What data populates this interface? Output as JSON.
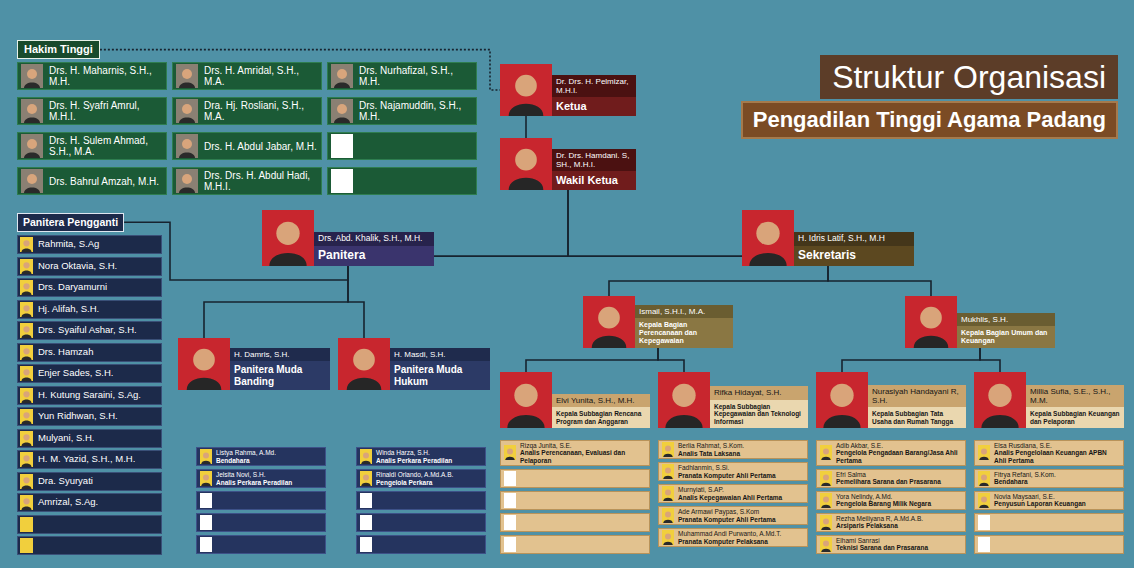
{
  "diagram": {
    "nodes": [
      {
        "text": [
          "Struktur Organisasi"
        ]
      },
      {
        "text": [
          "Pengadilan Tinggi Agama Padang"
        ]
      },
      {
        "text": [
          "Hakim Tinggi"
        ]
      },
      {
        "text": [
          "Drs. H. Maharnis, S.H., M.H."
        ]
      },
      {
        "text": [
          "Drs. H. Amridal, S.H., M.A."
        ]
      },
      {
        "text": [
          "Drs. Nurhafizal, S.H., M.H."
        ]
      },
      {
        "text": [
          "Drs. H. Syafri Amrul, M.H.I."
        ]
      },
      {
        "text": [
          "Dra. Hj. Rosliani, S.H., M.A."
        ]
      },
      {
        "text": [
          "Drs. Najamuddin, S.H., M.H."
        ]
      },
      {
        "text": [
          "Drs. H. Sulem Ahmad, S.H., M.A."
        ]
      },
      {
        "text": [
          "Drs. H. Abdul Jabar, M.H."
        ]
      },
      {
        "text": [
          "Drs. Bahrul Amzah, M.H."
        ]
      },
      {
        "text": [
          "Drs. Drs. H. Abdul Hadi, M.H.I."
        ]
      },
      {
        "text": [
          "Dr. Drs. H. Pelmizar, M.H.I.",
          "Ketua"
        ]
      },
      {
        "text": [
          "Dr. Drs. Hamdani. S, SH., M.H.I.",
          "Wakil Ketua"
        ]
      },
      {
        "text": [
          "Panitera Pengganti"
        ]
      },
      {
        "text": [
          "Rahmita, S.Ag"
        ]
      },
      {
        "text": [
          "Nora Oktavia, S.H."
        ]
      },
      {
        "text": [
          "Drs. Daryamurni"
        ]
      },
      {
        "text": [
          "Hj. Alifah, S.H."
        ]
      },
      {
        "text": [
          "Drs. Syaiful Ashar, S.H."
        ]
      },
      {
        "text": [
          "Drs. Hamzah"
        ]
      },
      {
        "text": [
          "Enjer Sades, S.H."
        ]
      },
      {
        "text": [
          "H. Kutung Saraini, S.Ag."
        ]
      },
      {
        "text": [
          "Yun Ridhwan, S.H."
        ]
      },
      {
        "text": [
          "Mulyani, S.H."
        ]
      },
      {
        "text": [
          "H. M. Yazid, S.H., M.H."
        ]
      },
      {
        "text": [
          "Dra. Syuryati"
        ]
      },
      {
        "text": [
          "Amrizal, S.Ag."
        ]
      },
      {
        "text": [
          "Drs. Abd. Khalik, S.H., M.H.",
          "Panitera"
        ]
      },
      {
        "text": [
          "H. Idris Latif, S.H., M.H",
          "Sekretaris"
        ]
      },
      {
        "text": [
          "Ismail, S.H.I., M.A.",
          "Kepala Bagian Perencanaan dan Kepegawaian"
        ]
      },
      {
        "text": [
          "Mukhlis, S.H.",
          "Kepala Bagian Umum dan Keuangan"
        ]
      },
      {
        "text": [
          "Elvi Yunita, S.H., M.H.",
          "Kepala Subbagian Rencana Program dan Anggaran"
        ]
      },
      {
        "text": [
          "Rifka Hidayat, S.H.",
          "Kepala Subbagian Kepegawaian dan Teknologi Informasi"
        ]
      },
      {
        "text": [
          "Nurasiyah Handayani R, S.H.",
          "Kepala Subbagian Tata Usaha dan Rumah Tangga"
        ]
      },
      {
        "text": [
          "Millia Sufia, S.E., S.H., M.M.",
          "Kepala Subbagian Keuangan dan Pelaporan"
        ]
      },
      {
        "text": [
          "H. Damris, S.H.",
          "Panitera Muda Banding"
        ]
      },
      {
        "text": [
          "H. Masdi, S.H.",
          "Panitera Muda Hukum"
        ]
      },
      {
        "text": [
          "Listya Rahma, A.Md.",
          "Bendahara"
        ]
      },
      {
        "text": [
          "Jelsita Novi, S.H.",
          "Analis Perkara Peradilan"
        ]
      },
      {
        "text": [
          "Winda Harza, S.H.",
          "Analis Perkara Peradilan"
        ]
      },
      {
        "text": [
          "Rinaldi Orlando, A.Md.A.B.",
          "Pengelola Perkara"
        ]
      },
      {
        "text": [
          "Rizqa Junita, S.E.",
          "Analis Perencanaan, Evaluasi dan Pelaporan"
        ]
      },
      {
        "text": [
          "Berlia Rahmat, S.Kom.",
          "Analis Tata Laksana"
        ]
      },
      {
        "text": [
          "Fadhlanmin, S.Si.",
          "Pranata Komputer Ahli Pertama"
        ]
      },
      {
        "text": [
          "Murnyiati, S.AP.",
          "Analis Kepegawaian Ahli Pertama"
        ]
      },
      {
        "text": [
          "Ade Armawi Paypas, S.Kom",
          "Pranata Komputer Ahli Pertama"
        ]
      },
      {
        "text": [
          "Muhammad Andi Purwanto, A.Md.T.",
          "Pranata Komputer Pelaksana"
        ]
      },
      {
        "text": [
          "Adib Akbar, S.E.",
          "Pengelola Pengadaan Barang/Jasa Ahli Pertama"
        ]
      },
      {
        "text": [
          "Efri Salma",
          "Pemelihara Sarana dan Prasarana"
        ]
      },
      {
        "text": [
          "Yora Nelindy, A.Md.",
          "Pengelola Barang Milik Negara"
        ]
      },
      {
        "text": [
          "Rezha Meiliyana R, A.Md.A.B.",
          "Arsiparis Pelaksana"
        ]
      },
      {
        "text": [
          "Elhami Sanrasi",
          "Teknisi Sarana dan Prasarana"
        ]
      },
      {
        "text": [
          "Elsa Rusdiana, S.E.",
          "Analis Pengelolaan Keuangan APBN Ahli Pertama"
        ]
      },
      {
        "text": [
          "Fitrya Refani, S.Kom.",
          "Bendahara"
        ]
      },
      {
        "text": [
          "Novia Maysaari, S.E.",
          "Penyusun Laporan Keuangan"
        ]
      }
    ],
    "edges": [
      {
        "from": 2,
        "to": 13,
        "arrow": "none"
      },
      {
        "from": 13,
        "to": 14,
        "arrow": "none"
      },
      {
        "from": 14,
        "to": 29,
        "arrow": "none"
      },
      {
        "from": 14,
        "to": 30,
        "arrow": "none"
      },
      {
        "from": 15,
        "to": 29,
        "arrow": "none"
      },
      {
        "from": 29,
        "to": 37,
        "arrow": "none"
      },
      {
        "from": 29,
        "to": 38,
        "arrow": "none"
      },
      {
        "from": 30,
        "to": 31,
        "arrow": "none"
      },
      {
        "from": 30,
        "to": 32,
        "arrow": "none"
      },
      {
        "from": 31,
        "to": 33,
        "arrow": "none"
      },
      {
        "from": 31,
        "to": 34,
        "arrow": "none"
      },
      {
        "from": 32,
        "to": 35,
        "arrow": "none"
      },
      {
        "from": 32,
        "to": 36,
        "arrow": "none"
      }
    ]
  }
}
